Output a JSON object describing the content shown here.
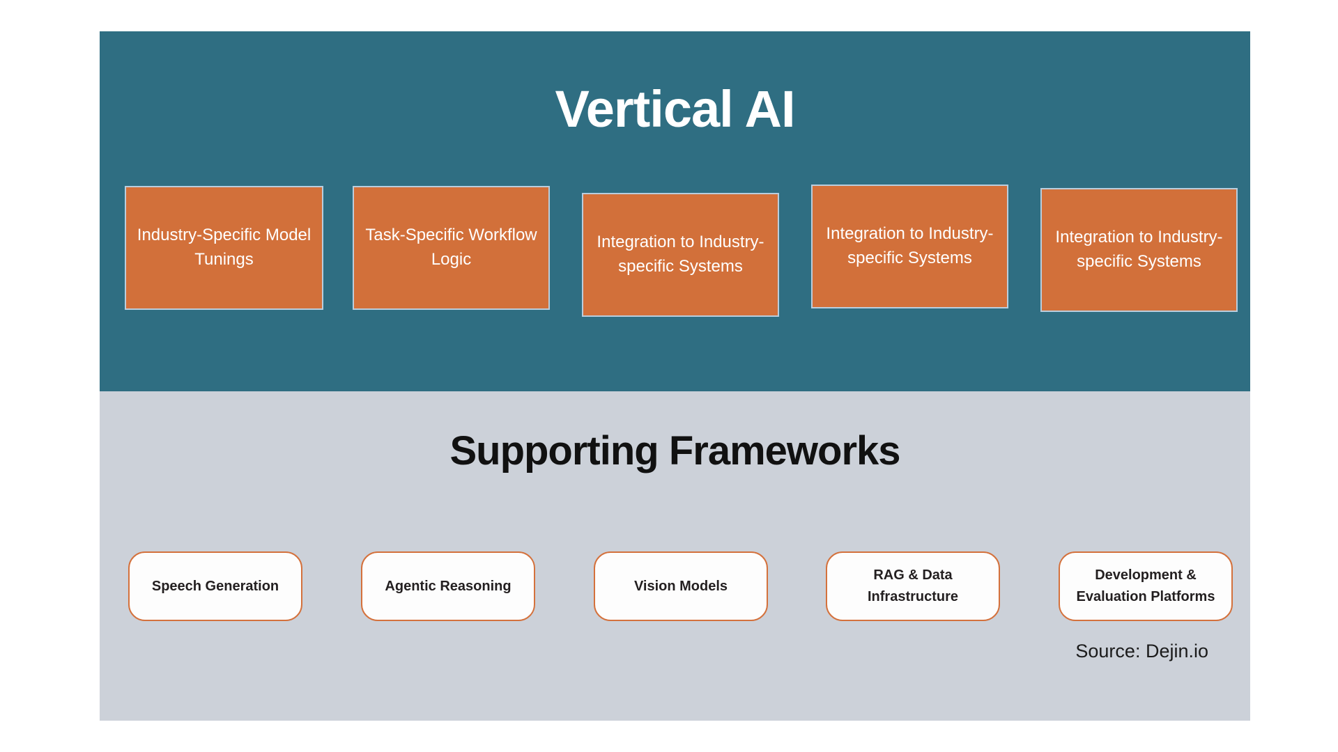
{
  "slide": {
    "top_section": {
      "title": "Vertical AI",
      "background_color": "#2F6E82",
      "title_color": "#FFFFFF",
      "pillars": [
        {
          "label": "Industry-Specific Model Tunings"
        },
        {
          "label": "Task-Specific Workflow Logic"
        },
        {
          "label": "Integration to Industry-specific Systems"
        },
        {
          "label": "Integration to Industry-specific Systems"
        },
        {
          "label": "Integration to Industry-specific Systems"
        }
      ],
      "pillar_fill_color": "#D2703A",
      "pillar_border_color": "#B9CEDE"
    },
    "bottom_section": {
      "title": "Supporting Frameworks",
      "background_color": "#CCD1D9",
      "title_color": "#111111",
      "frameworks": [
        {
          "label": "Speech Generation"
        },
        {
          "label": "Agentic Reasoning"
        },
        {
          "label": "Vision Models"
        },
        {
          "label": "RAG & Data Infrastructure"
        },
        {
          "label": "Development & Evaluation Platforms"
        }
      ],
      "framework_fill_color": "#FDFDFD",
      "framework_border_color": "#D4713C",
      "source": "Source: Dejin.io"
    }
  }
}
